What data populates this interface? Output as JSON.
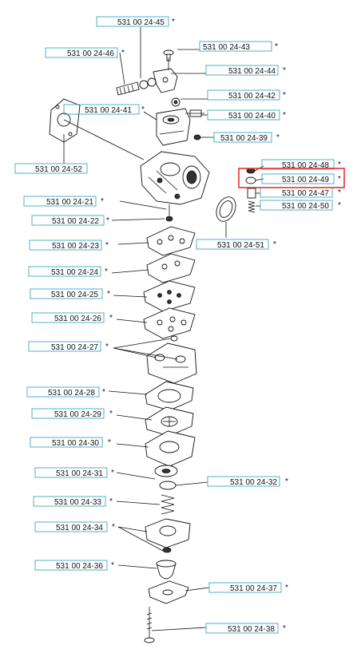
{
  "highlight_color": "#e8322d",
  "label_box_color": "#3aa9c9",
  "labels": [
    {
      "id": "45",
      "part": "531 00 24-45",
      "mark": "*"
    },
    {
      "id": "46",
      "part": "531 00 24-46",
      "mark": "*"
    },
    {
      "id": "43",
      "part": "531 00 24-43",
      "mark": "*"
    },
    {
      "id": "44",
      "part": "531 00 24-44",
      "mark": "*"
    },
    {
      "id": "42",
      "part": "531 00 24-42",
      "mark": "*"
    },
    {
      "id": "41",
      "part": "531 00 24-41",
      "mark": "*"
    },
    {
      "id": "40",
      "part": "531 00 24-40",
      "mark": "*"
    },
    {
      "id": "39",
      "part": "531 00 24-39",
      "mark": "*"
    },
    {
      "id": "52",
      "part": "531 00 24-52",
      "mark": ""
    },
    {
      "id": "48",
      "part": "531 00 24-48",
      "mark": "*"
    },
    {
      "id": "49",
      "part": "531 00 24-49",
      "mark": "*"
    },
    {
      "id": "47",
      "part": "531 00 24-47",
      "mark": "*"
    },
    {
      "id": "50",
      "part": "531 00 24-50",
      "mark": "*"
    },
    {
      "id": "21",
      "part": "531 00 24-21",
      "mark": "*"
    },
    {
      "id": "22",
      "part": "531 00 24-22",
      "mark": "*"
    },
    {
      "id": "23",
      "part": "531 00 24-23",
      "mark": "*"
    },
    {
      "id": "51",
      "part": "531 00 24-51",
      "mark": "*"
    },
    {
      "id": "24",
      "part": "531 00 24-24",
      "mark": "*"
    },
    {
      "id": "25",
      "part": "531 00 24-25",
      "mark": "*"
    },
    {
      "id": "26",
      "part": "531 00 24-26",
      "mark": "*"
    },
    {
      "id": "27",
      "part": "531 00 24-27",
      "mark": "*"
    },
    {
      "id": "28",
      "part": "531 00 24-28",
      "mark": "*"
    },
    {
      "id": "29",
      "part": "531 00 24-29",
      "mark": "*"
    },
    {
      "id": "30",
      "part": "531 00 24-30",
      "mark": "*"
    },
    {
      "id": "31",
      "part": "531 00 24-31",
      "mark": "*"
    },
    {
      "id": "32",
      "part": "531 00 24-32",
      "mark": "*"
    },
    {
      "id": "33",
      "part": "531 00 24-33",
      "mark": "*"
    },
    {
      "id": "34",
      "part": "531 00 24-34",
      "mark": "*"
    },
    {
      "id": "36",
      "part": "531 00 24-36",
      "mark": "*"
    },
    {
      "id": "37",
      "part": "531 00 24-37",
      "mark": "*"
    },
    {
      "id": "38",
      "part": "531 00 24-38",
      "mark": "*"
    }
  ]
}
